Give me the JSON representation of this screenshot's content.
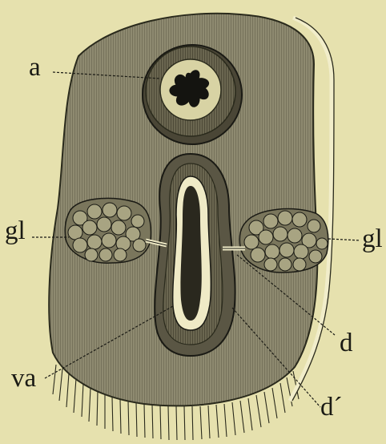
{
  "labels": {
    "a": "a",
    "gl_left": "gl",
    "gl_right": "gl",
    "d": "d",
    "va": "va",
    "d_prime": "d´"
  },
  "colors": {
    "paper": "#e6e1ae",
    "tissue": "#8e8a70",
    "tissue_dark": "#5e5a46",
    "ink": "#1a1a14",
    "highlight": "#f1edca"
  }
}
